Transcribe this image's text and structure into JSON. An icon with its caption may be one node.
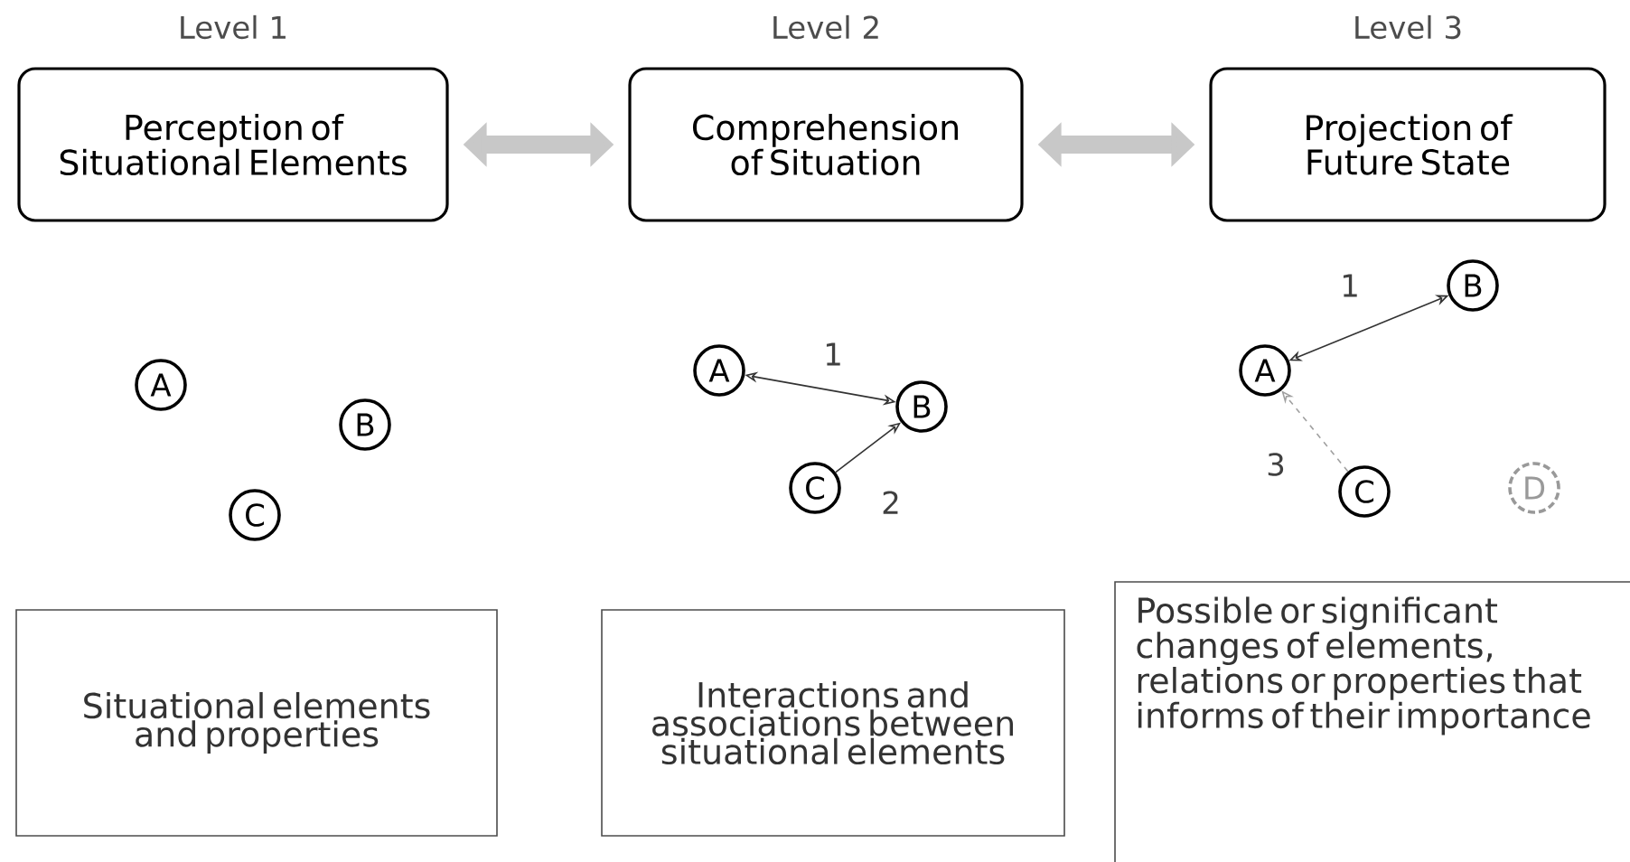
{
  "diagram": {
    "nodes": [
      {
        "text": [
          "Level 1",
          "Perception of Situational Elements"
        ]
      },
      {
        "text": [
          "Level 2",
          "Comprehension of Situation"
        ]
      },
      {
        "text": [
          "Level 3",
          "Projection of Future State"
        ]
      },
      {
        "text": [
          "A"
        ]
      },
      {
        "text": [
          "B"
        ]
      },
      {
        "text": [
          "C"
        ]
      },
      {
        "text": [
          "A"
        ]
      },
      {
        "text": [
          "B"
        ]
      },
      {
        "text": [
          "C"
        ]
      },
      {
        "text": [
          "A"
        ]
      },
      {
        "text": [
          "B"
        ]
      },
      {
        "text": [
          "C"
        ]
      },
      {
        "text": [
          "D"
        ]
      },
      {
        "text": [
          "Situational elements and properties"
        ]
      },
      {
        "text": [
          "Interactions and associations between situational elements"
        ]
      },
      {
        "text": [
          "Possible or significant changes of elements, relations or properties that informs of their importance"
        ]
      }
    ],
    "edges": [
      {
        "from": 0,
        "to": 1,
        "arrow": "both",
        "style": "thick",
        "color": "#c8c8c8"
      },
      {
        "from": 1,
        "to": 2,
        "arrow": "both",
        "style": "thick",
        "color": "#c8c8c8"
      },
      {
        "from": 6,
        "to": 7,
        "arrow": "both",
        "label": "1"
      },
      {
        "from": 8,
        "to": 7,
        "arrow": "to",
        "label": "2"
      },
      {
        "from": 9,
        "to": 10,
        "arrow": "both",
        "label": "1"
      },
      {
        "from": 11,
        "to": 9,
        "arrow": "to",
        "label": "3",
        "style": "dashed",
        "color": "#a0a0a0"
      }
    ]
  }
}
